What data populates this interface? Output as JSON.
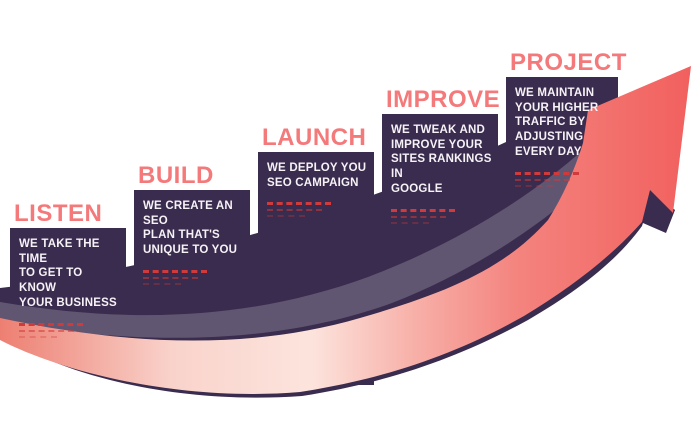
{
  "colors": {
    "accent": "#f4797b",
    "block": "#3a2c4e",
    "dash": "#d03a3a",
    "text_white": "#f6f2f6",
    "arrow_start": "#ed7f72",
    "arrow_light": "#fce4dd",
    "arrow_mid": "#f7b0a8",
    "arrow_end": "#f1605e"
  },
  "steps": [
    {
      "title": "LISTEN",
      "description": "WE TAKE THE TIME\nTO GET TO KNOW\nYOUR BUSINESS"
    },
    {
      "title": "BUILD",
      "description": "WE CREATE AN SEO\nPLAN THAT'S\nUNIQUE TO YOU"
    },
    {
      "title": "LAUNCH",
      "description": "WE DEPLOY YOU\nSEO CAMPAIGN"
    },
    {
      "title": "IMPROVE",
      "description": "WE TWEAK AND\nIMPROVE YOUR\nSITES RANKINGS IN\nGOOGLE"
    },
    {
      "title": "PROJECT",
      "description": "WE MAINTAIN\nYOUR HIGHER\nTRAFFIC BY\nADJUSTING\nEVERY DAY"
    }
  ]
}
